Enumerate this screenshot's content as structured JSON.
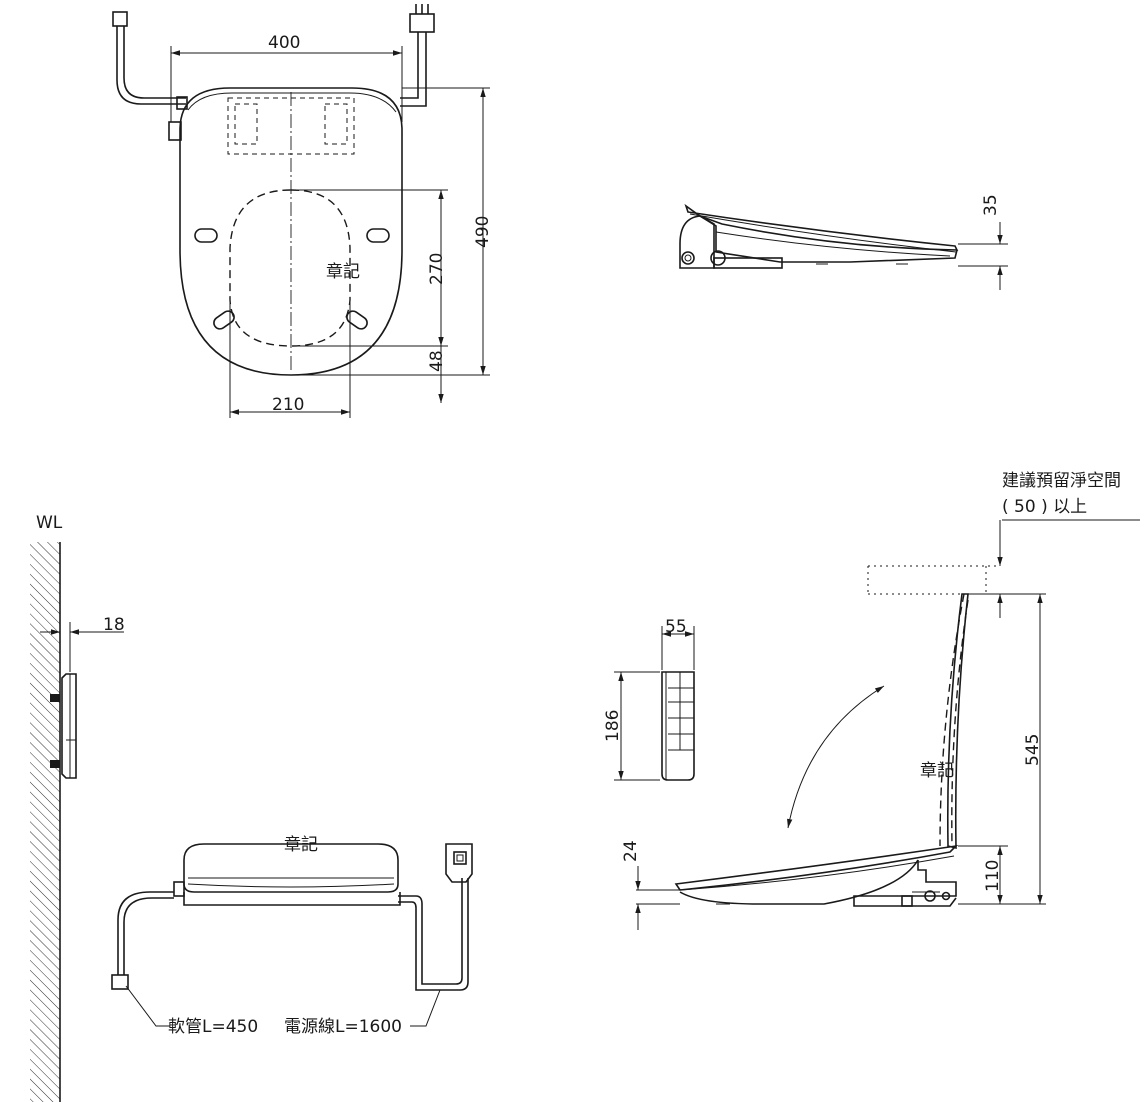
{
  "top_view": {
    "dim_width": "400",
    "dim_depth": "490",
    "dim_opening_length": "270",
    "dim_front_offset": "48",
    "dim_opening_width": "210",
    "mark": "章記"
  },
  "side_view_closed": {
    "dim_height": "35"
  },
  "wall_view": {
    "wl_label": "WL",
    "dim_gap": "18"
  },
  "front_view": {
    "mark": "章記",
    "hose_label": "軟管L=450",
    "cord_label": "電源線L=1600"
  },
  "remote": {
    "dim_width": "55",
    "dim_height": "186"
  },
  "side_view_open": {
    "mark": "章記",
    "clearance_note_line1": "建議預留淨空間",
    "clearance_note_line2": "( 50 ) 以上",
    "dim_open_height": "545",
    "dim_seat_height": "110",
    "dim_seat_thickness": "24"
  }
}
